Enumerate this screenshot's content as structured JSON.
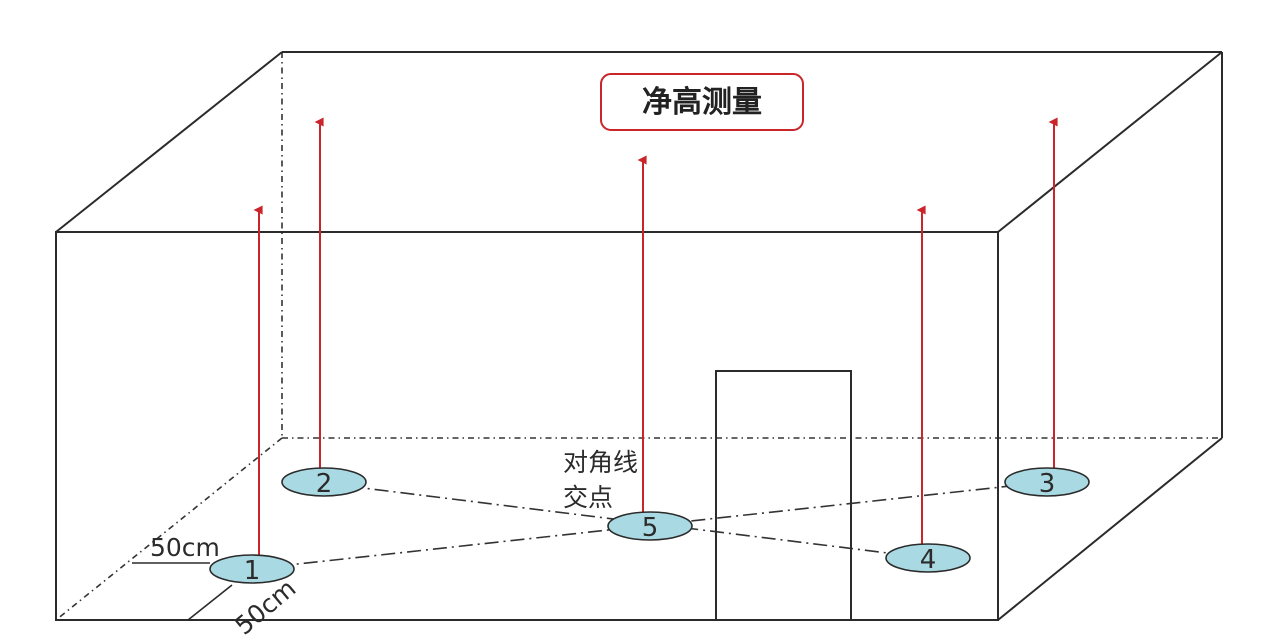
{
  "title": "净高测量",
  "colors": {
    "title_border": "#c9252a",
    "arrow": "#c9252a",
    "point_fill": "#a9d9e2",
    "line": "#2b2b2b"
  },
  "points": [
    {
      "label": "1"
    },
    {
      "label": "2"
    },
    {
      "label": "3"
    },
    {
      "label": "4"
    },
    {
      "label": "5"
    }
  ],
  "annotation": {
    "line1": "对角线",
    "line2": "交点"
  },
  "dimensions": {
    "horizontal": "50cm",
    "diagonal": "50cm"
  }
}
